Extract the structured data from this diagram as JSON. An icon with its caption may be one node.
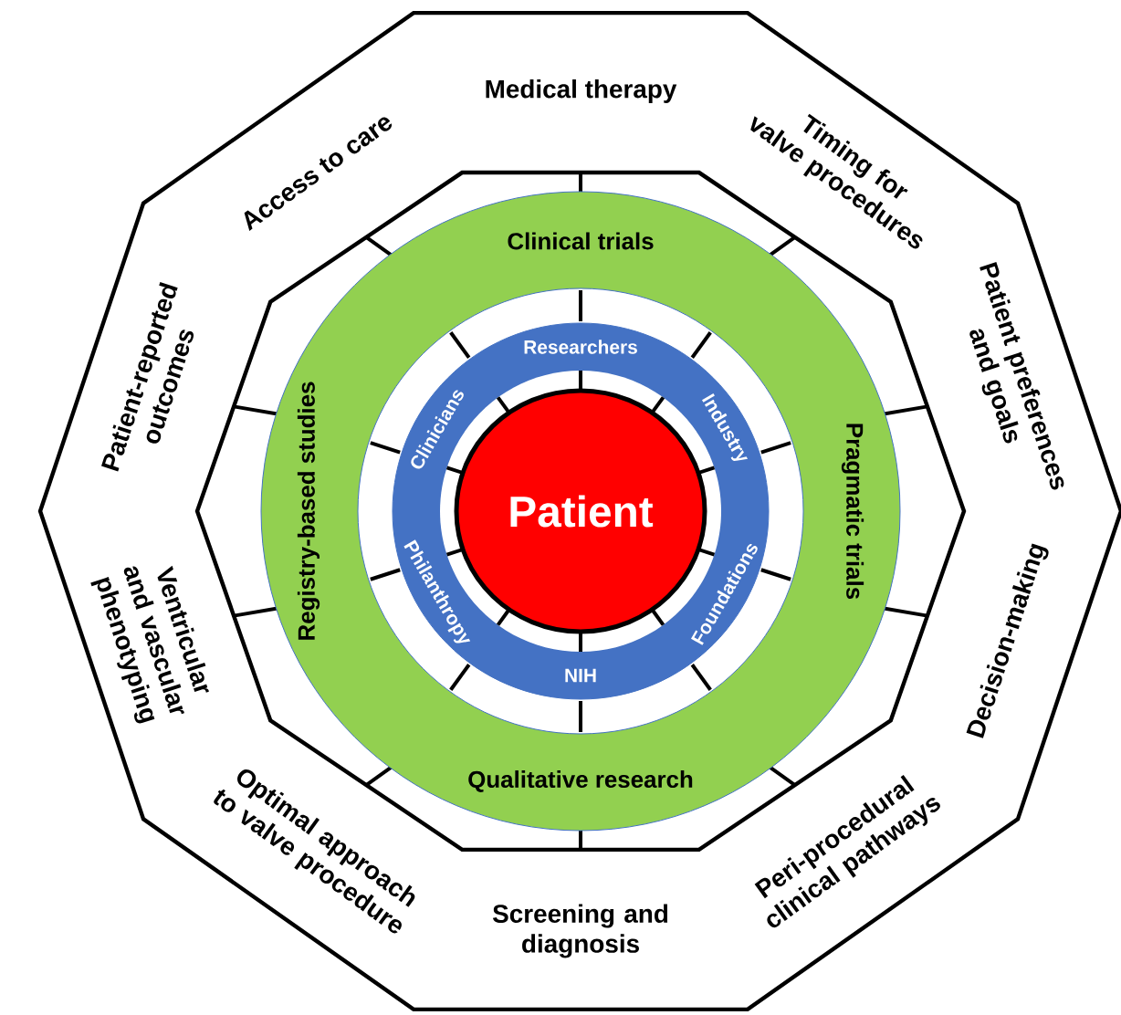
{
  "diagram": {
    "nodes": [
      {
        "text": [
          "Medical therapy",
          "Timing for valve procedures",
          "Patient preferences and goals",
          "Decision-making",
          "Peri-procedural clinical pathways",
          "Screening and diagnosis",
          "Optimal approach to valve procedure",
          "Ventricular and vascular phenotyping",
          "Patient-reported outcomes",
          "Access to care"
        ]
      },
      {
        "text": [
          "Clinical trials",
          "Pragmatic trials",
          "Qualitative research",
          "Registry-based studies"
        ],
        "in": 0
      },
      {
        "text": [
          "Researchers",
          "Industry",
          "Foundations",
          "NIH",
          "Philanthropy",
          "Clinicians"
        ],
        "in": 1
      },
      {
        "text": [
          "Patient"
        ],
        "in": 2
      }
    ]
  }
}
